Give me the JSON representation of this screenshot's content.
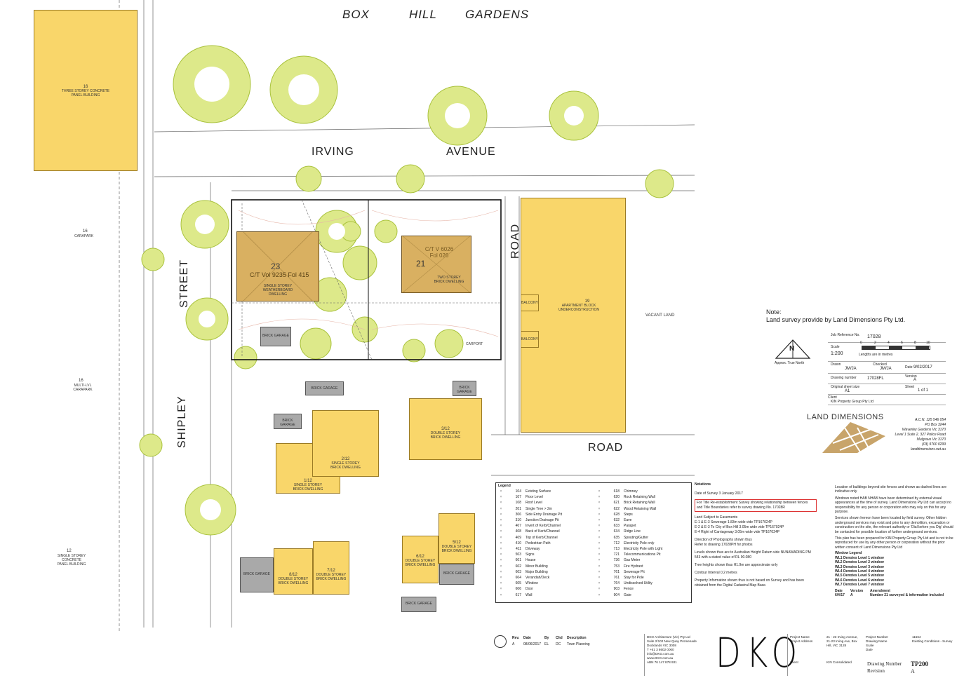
{
  "header": {
    "words": [
      "BOX",
      "HILL",
      "GARDENS"
    ]
  },
  "streets": {
    "irving": "IRVING",
    "avenue": "AVENUE",
    "shipley_top": "STREET",
    "shipley_bottom": "SHIPLEY",
    "road_right": "ROAD",
    "road_bottom": "ROAD"
  },
  "lots": {
    "lot23": {
      "number": "23",
      "title": "C/T Vol 9235 Fol 415",
      "desc": "SINGLE STOREY WEATHERBOARD DWELLING"
    },
    "lot21": {
      "number": "21",
      "title": "C/T V 6026 Fol 026",
      "desc": "TWO STOREY BRICK DWELLING"
    },
    "lot19": {
      "number": "19",
      "desc": "APARTMENT BLOCK UNDERCONSTRUCTION"
    },
    "lot16_top": {
      "number": "16",
      "desc": "THREE STOREY CONCRETE PANEL BUILDING"
    },
    "lot16_mid": {
      "number": "16",
      "desc": "CARAPARK"
    },
    "lot16_low": {
      "number": "16",
      "desc": "MULTI-LVL CARAPARK"
    },
    "lot12": {
      "number": "12",
      "desc": "SINGLE STOREY CONCRETE PANEL BUILDING"
    },
    "u112": {
      "number": "1/12",
      "desc": "SINGLE STOREY BRICK DWELLING"
    },
    "u212": {
      "number": "2/12",
      "desc": "SINGLE STOREY BRICK DWELLING"
    },
    "u312": {
      "number": "3/12",
      "desc": "DOUBLE STOREY BRICK DWELLING"
    },
    "u512": {
      "number": "5/12",
      "desc": "DOUBLE STOREY BRICK DWELLING"
    },
    "u612": {
      "number": "6/12",
      "desc": "DOUBLE STOREY BRICK DWELLING"
    },
    "u712": {
      "number": "7/12",
      "desc": "DOUBLE STOREY BRICK DWELLING"
    },
    "u812": {
      "number": "8/12",
      "desc": "DOUBLE STOREY BRICK DWELLING"
    },
    "vacant": "VACANT LAND",
    "brick_garage": "BRICK GARAGE",
    "carport": "CARPORT",
    "balcony": "BALCONY"
  },
  "note": {
    "heading": "Note:",
    "body": "Land survey provide by Land Dimensions Pty Ltd."
  },
  "north": {
    "letter": "N",
    "label": "Approx. True North"
  },
  "job": {
    "job_ref_label": "Job Reference No.",
    "job_ref": "17028",
    "scale_label": "Scale",
    "scale": "1:200",
    "scale_note": "Lengths are in metres",
    "scale_ticks": [
      "0",
      "2",
      "4",
      "6",
      "8",
      "10"
    ],
    "drawn_label": "Drawn",
    "drawn": "JM/JA",
    "checked_label": "Checked",
    "checked": "JM/JA",
    "date_label": "Date",
    "date": "9/02/2017",
    "drawing_number_label": "Drawing number",
    "drawing_number": "17028FL",
    "version_label": "Version",
    "version": "A",
    "sheet_size_label": "Original sheet size",
    "sheet_size": "A1",
    "sheet_label": "Sheet",
    "sheet": "1 of 1",
    "client_label": "Client",
    "client": "KIN Property Group Pty Ltd"
  },
  "surveyor": {
    "name": "LAND DIMENSIONS",
    "address_lines": [
      "A.C.N. 125 546 054",
      "PO Box 3244",
      "Waverley Gardens Vic 3170",
      "Level 1 Suite 2, 327 Police Road",
      "Mulgrave Vic 3170",
      "(03) 9760 0299",
      "landdimensions.net.au"
    ]
  },
  "legend": {
    "title": "Legend",
    "col1": [
      [
        "104",
        "Existing Surface"
      ],
      [
        "107",
        "Floor Level"
      ],
      [
        "108",
        "Roof Level"
      ],
      [
        "201",
        "Single Tree > 2m"
      ],
      [
        "306",
        "Side Entry Drainage Pit"
      ],
      [
        "310",
        "Junction Drainage Pit"
      ],
      [
        "407",
        "Invert of Kerb/Channel"
      ],
      [
        "408",
        "Back of Kerb/Channel"
      ],
      [
        "409",
        "Top of Kerb/Channel"
      ],
      [
        "410",
        "Pedestrian Path"
      ],
      [
        "411",
        "Driveway"
      ],
      [
        "503",
        "Signs"
      ],
      [
        "601",
        "House"
      ],
      [
        "602",
        "Minor Building"
      ],
      [
        "603",
        "Major Building"
      ],
      [
        "604",
        "Verandah/Deck"
      ],
      [
        "605",
        "Window"
      ],
      [
        "606",
        "Door"
      ],
      [
        "617",
        "Wall"
      ]
    ],
    "col2": [
      [
        "618",
        "Chimney"
      ],
      [
        "620",
        "Rock Retaining Wall"
      ],
      [
        "621",
        "Brick Retaining Wall"
      ],
      [
        "622",
        "Wood Retaining Wall"
      ],
      [
        "628",
        "Steps"
      ],
      [
        "632",
        "Eave"
      ],
      [
        "633",
        "Parapet"
      ],
      [
        "634",
        "Ridge Line"
      ],
      [
        "635",
        "Spouting/Gutter"
      ],
      [
        "712",
        "Electricity Pole only"
      ],
      [
        "713",
        "Electricity Pole with Light"
      ],
      [
        "721",
        "Telecommunications Pit"
      ],
      [
        "736",
        "Gas Meter"
      ],
      [
        "753",
        "Fire Hydrant"
      ],
      [
        "761",
        "Sewerage Pit"
      ],
      [
        "761",
        "Stay for Pole"
      ],
      [
        "764",
        "Undissolved Utility"
      ],
      [
        "903",
        "Fence"
      ],
      [
        "904",
        "Gate"
      ]
    ]
  },
  "notations": {
    "title": "Notations",
    "date_of_survey": "Date of Survey     3 January 2017",
    "boxed": "For Title Re-establishment Survey showing relationship between fences and Title Boundaries refer to survey drawing No. 17028R",
    "easements_title": "Land Subject to Easements",
    "easements": [
      "E-1 & E-3 Sewerage 1.83m wide vide TP167024P",
      "E-2 & E-3 To City of Box Hill 3.05m wide vide TP167024P",
      "E-4 Right of Carriageway 3.05m wide vide TP167024P"
    ],
    "photos": "Direction of Photographs shown thus",
    "photos_ref": "Refer to drawing 17028PH for photos",
    "levels": "Levels shown thus        are to Australian Height Datum vide NUNAWADING PM 543 with a stated value of RL 90.080",
    "trees": "Tree heights shown thus  H1.9m  are approximate only",
    "contour": "Contour Interval 0.2 metres",
    "property": "Property Information shown thus        is not based on Survey and has been obtained from the Digital Cadastral Map Base."
  },
  "disclaimer": {
    "paras": [
      "Location of buildings beyond site fences and shown as dashed lines are indicative only",
      "Windows noted  HAB  NHAB  have been determined by external visual appearances at the time of survey. Land Dimensions Pty Ltd can accept no responsibility for any person or corporation who may rely on this for any purpose.",
      "Services shown hereon have been located by field survey. Other hidden underground services may exist and prior to any demolition, excavation or construction on the site, the relevant authority or 'Dial before you Dig' should be contacted for possible location of further underground services.",
      "This plan has been prepared for KIN Property Group Pty Ltd and is not to be reproduced for use by any other person or corporation without the prior written consent of Land Dimensions Pty Ltd"
    ],
    "window_legend_title": "Window Legend",
    "window_legend": [
      "WL1 Denotes Level 1 window",
      "WL2 Denotes Level 2 window",
      "WL3 Denotes Level 3 window",
      "WL4 Denotes Level 4 window",
      "WL5 Denotes Level 5 window",
      "WL6 Denotes Level 6 window",
      "WL7 Denotes Level 7 window"
    ],
    "amend_headers": [
      "Date",
      "Version",
      "Amendment"
    ],
    "amend_row": [
      "6/4/17",
      "A",
      "Number 21 surveyed & information included"
    ]
  },
  "footer": {
    "rev_headers": [
      "Rev.",
      "Date",
      "By",
      "Chd",
      "Description"
    ],
    "rev_row": [
      "A",
      "08/06/2017",
      "EL",
      "DC",
      "Town Planning"
    ],
    "firm": "DKO Architecture (Vic) Pty Ltd",
    "firm_lines": [
      "Suite 2/102 New Quay Promenade",
      "Docklands VIC 3008",
      "T +61 3 8602 0000",
      "info@DKO.com.au",
      "www.DKO.com.au",
      "ABN 76 147 878 931"
    ],
    "logo": "DKO",
    "project_name_label": "Project Name",
    "project_address_label": "Project Address",
    "project_address": "21 - 23 Irving Avenue, 21-23 Irving Ave, Box Hill, VIC 3128",
    "project_number_label": "Project Number",
    "project_number": "11564",
    "drawing_name_label": "Drawing Name",
    "drawing_name": "Existing Conditions - Survey",
    "scale_label": "Scale",
    "date_label": "Date",
    "client_label": "Client",
    "client": "KIN Consolidated",
    "drawing_number_label": "Drawing Number",
    "drawing_number": "TP200",
    "revision_label": "Revision",
    "revision": "A"
  }
}
